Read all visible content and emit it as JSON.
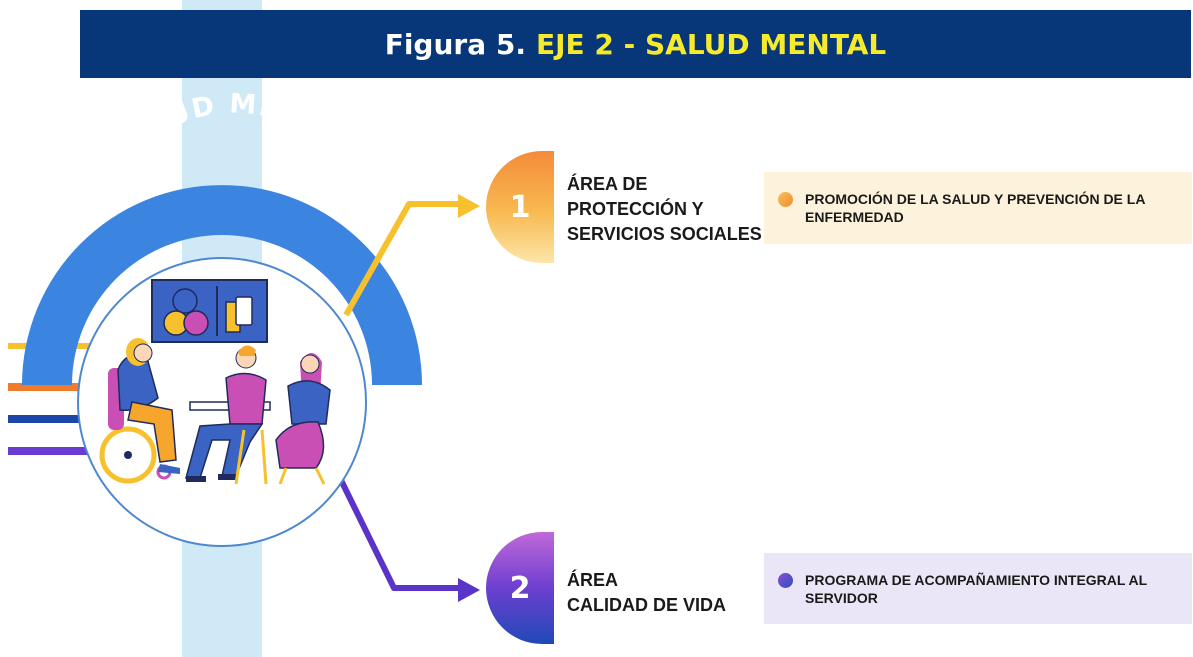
{
  "header": {
    "prefix": "Figura 5.",
    "title": "EJE 2 - SALUD MENTAL"
  },
  "arch_label": "SALUD MENTAL",
  "areas": [
    {
      "number": "1",
      "title_lines": [
        "ÁREA DE",
        "PROTECCIÓN Y",
        "SERVICIOS SOCIALES"
      ],
      "program": "PROMOCIÓN DE LA SALUD Y PREVENCIÓN DE LA ENFERMEDAD"
    },
    {
      "number": "2",
      "title_lines": [
        "ÁREA",
        "CALIDAD DE VIDA"
      ],
      "program": "PROGRAMA DE ACOMPAÑAMIENTO INTEGRAL AL SERVIDOR"
    }
  ],
  "colors": {
    "header_bg": "#073679",
    "header_accent": "#f6ea2c",
    "arch": "#3b84e0",
    "area1_connector": "#f6c12c",
    "area2_connector": "#5a33c9",
    "left_lines": [
      "#f6c12c",
      "#f07b2a",
      "#1c47a8",
      "#6a3bd0"
    ]
  },
  "icons": [
    "people-meeting-illustration",
    "wheelchair-icon",
    "venn-diagram-icon",
    "phone-icon"
  ]
}
